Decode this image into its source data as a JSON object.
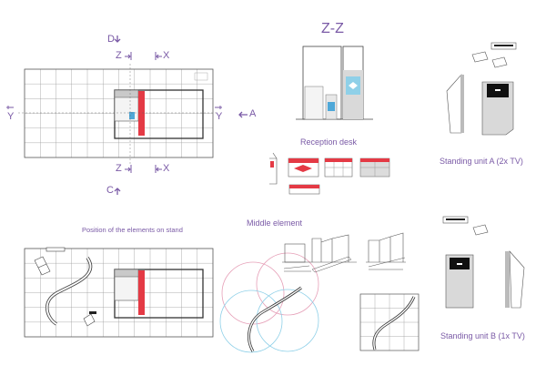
{
  "labels": {
    "section_title": "Z-Z",
    "reception_desk": "Reception desk",
    "standing_unit_a": "Standing unit A (2x TV)",
    "standing_unit_b": "Standing unit B (1x TV)",
    "position_elements": "Position of the elements on stand",
    "middle_element": "Middle element"
  },
  "markers": {
    "d": "D",
    "c": "C",
    "a": "A",
    "z": "Z",
    "x": "X",
    "y": "Y"
  },
  "colors": {
    "accent_label": "#7a5aa6",
    "line": "#555555",
    "grid": "#9a9a9a",
    "red": "#e43a45",
    "blue": "#4fa8d8",
    "panel_gray": "#d9d9d9",
    "screen": "#111111",
    "circle_pink": "#e6a0b8",
    "circle_blue": "#8fd0e8"
  }
}
